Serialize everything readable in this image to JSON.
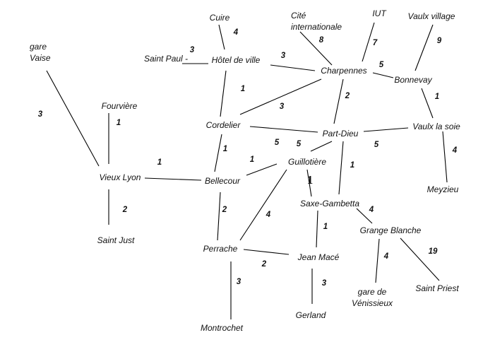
{
  "title": "Réseau métro Lyon (graphe pondéré)",
  "nodes": [
    {
      "id": "vaise",
      "lines": [
        "gare",
        "Vaise"
      ]
    },
    {
      "id": "fourviere",
      "lines": [
        "Fourvière"
      ]
    },
    {
      "id": "vieuxlyon",
      "lines": [
        "Vieux Lyon"
      ]
    },
    {
      "id": "saintjust",
      "lines": [
        "Saint Just"
      ]
    },
    {
      "id": "cuire",
      "lines": [
        "Cuire"
      ]
    },
    {
      "id": "saintpaul",
      "lines": [
        "Saint Paul -"
      ]
    },
    {
      "id": "hotel",
      "lines": [
        "Hôtel de ville"
      ]
    },
    {
      "id": "cite",
      "lines": [
        "Cité",
        "internationale"
      ]
    },
    {
      "id": "iut",
      "lines": [
        "IUT"
      ]
    },
    {
      "id": "vaulxvillage",
      "lines": [
        "Vaulx village"
      ]
    },
    {
      "id": "charpennes",
      "lines": [
        "Charpennes"
      ]
    },
    {
      "id": "bonnevay",
      "lines": [
        "Bonnevay"
      ]
    },
    {
      "id": "cordelier",
      "lines": [
        "Cordelier"
      ]
    },
    {
      "id": "partdieu",
      "lines": [
        "Part-Dieu"
      ]
    },
    {
      "id": "vaulxlasoie",
      "lines": [
        "Vaulx la soie"
      ]
    },
    {
      "id": "meyzieu",
      "lines": [
        "Meyzieu"
      ]
    },
    {
      "id": "guillotiere",
      "lines": [
        "Guillotière"
      ]
    },
    {
      "id": "bellecour",
      "lines": [
        "Bellecour"
      ]
    },
    {
      "id": "saxe",
      "lines": [
        "Saxe-Gambetta"
      ]
    },
    {
      "id": "grange",
      "lines": [
        "Grange Blanche"
      ]
    },
    {
      "id": "perrache",
      "lines": [
        "Perrache"
      ]
    },
    {
      "id": "jeanmace",
      "lines": [
        "Jean Macé"
      ]
    },
    {
      "id": "saintpriest",
      "lines": [
        "Saint Priest"
      ]
    },
    {
      "id": "venissieux",
      "lines": [
        "gare de",
        "Vénissieux"
      ]
    },
    {
      "id": "gerland",
      "lines": [
        "Gerland"
      ]
    },
    {
      "id": "montrochet",
      "lines": [
        "Montrochet"
      ]
    }
  ],
  "edges": [
    {
      "from": "vaise",
      "to": "vieuxlyon",
      "weight": "3"
    },
    {
      "from": "fourviere",
      "to": "vieuxlyon",
      "weight": "1"
    },
    {
      "from": "vieuxlyon",
      "to": "saintjust",
      "weight": "2"
    },
    {
      "from": "vieuxlyon",
      "to": "bellecour",
      "weight": "1"
    },
    {
      "from": "cuire",
      "to": "hotel",
      "weight": "4"
    },
    {
      "from": "saintpaul",
      "to": "hotel",
      "weight": "3"
    },
    {
      "from": "hotel",
      "to": "charpennes",
      "weight": "3"
    },
    {
      "from": "hotel",
      "to": "cordelier",
      "weight": "1"
    },
    {
      "from": "cordelier",
      "to": "charpennes",
      "weight": "3"
    },
    {
      "from": "cite",
      "to": "charpennes",
      "weight": "8"
    },
    {
      "from": "iut",
      "to": "charpennes",
      "weight": "7"
    },
    {
      "from": "charpennes",
      "to": "bonnevay",
      "weight": "5"
    },
    {
      "from": "vaulxvillage",
      "to": "bonnevay",
      "weight": "9"
    },
    {
      "from": "charpennes",
      "to": "partdieu",
      "weight": "2"
    },
    {
      "from": "bonnevay",
      "to": "vaulxlasoie",
      "weight": "1"
    },
    {
      "from": "cordelier",
      "to": "partdieu",
      "weight": "5"
    },
    {
      "from": "guillotiere",
      "to": "partdieu",
      "weight": "5"
    },
    {
      "from": "partdieu",
      "to": "vaulxlasoie",
      "weight": "5"
    },
    {
      "from": "vaulxlasoie",
      "to": "meyzieu",
      "weight": "4"
    },
    {
      "from": "cordelier",
      "to": "bellecour",
      "weight": "1"
    },
    {
      "from": "bellecour",
      "to": "guillotiere",
      "weight": "1"
    },
    {
      "from": "partdieu",
      "to": "saxe",
      "weight": "1"
    },
    {
      "from": "guillotiere",
      "to": "saxe",
      "weight": "1"
    },
    {
      "from": "guillotiere",
      "to": "perrache",
      "weight": "4"
    },
    {
      "from": "bellecour",
      "to": "perrache",
      "weight": "2"
    },
    {
      "from": "saxe",
      "to": "jeanmace",
      "weight": "1"
    },
    {
      "from": "saxe",
      "to": "grange",
      "weight": "4"
    },
    {
      "from": "perrache",
      "to": "jeanmace",
      "weight": "2"
    },
    {
      "from": "perrache",
      "to": "montrochet",
      "weight": "3"
    },
    {
      "from": "jeanmace",
      "to": "gerland",
      "weight": "3"
    },
    {
      "from": "grange",
      "to": "venissieux",
      "weight": "4"
    },
    {
      "from": "grange",
      "to": "saintpriest",
      "weight": "19"
    }
  ]
}
